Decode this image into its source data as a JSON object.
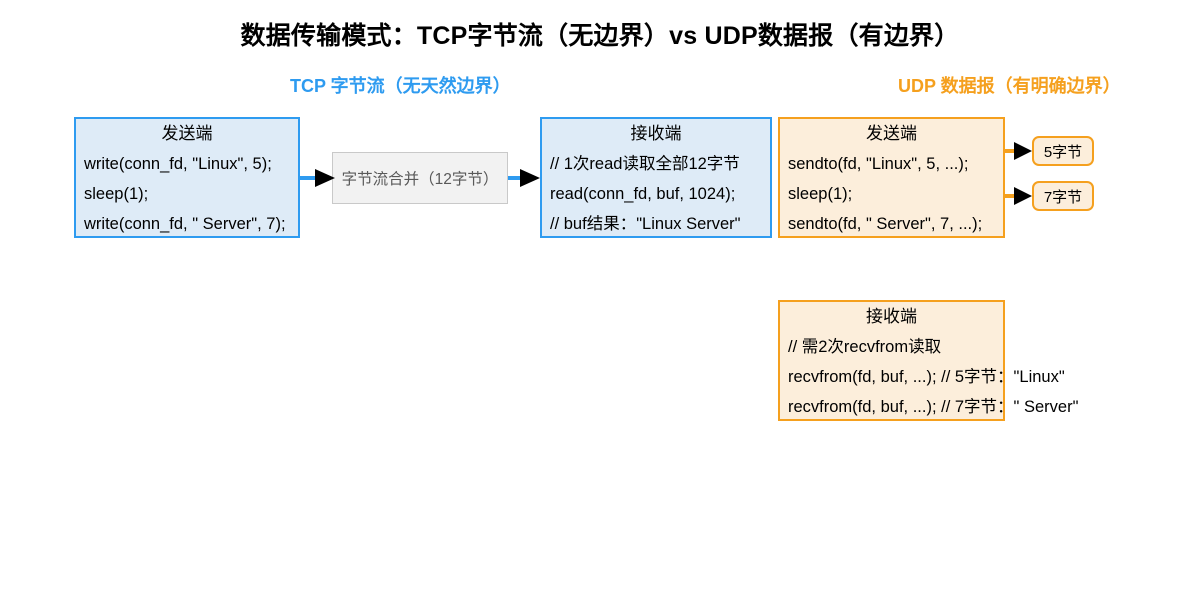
{
  "title": "数据传输模式：TCP字节流（无边界）vs UDP数据报（有边界）",
  "sections": {
    "tcp": {
      "header": "TCP 字节流（无天然边界）",
      "color": "#2E9BF0",
      "fill": "#DEEBF7"
    },
    "udp": {
      "header": "UDP 数据报（有明确边界）",
      "color": "#F5A01E",
      "fill": "#FCEEDB"
    }
  },
  "tcp_sender": {
    "title": "发送端",
    "line1": "write(conn_fd, \"Linux\", 5);",
    "line2": "sleep(1);",
    "line3": "write(conn_fd, \" Server\", 7);"
  },
  "merge_box": {
    "label": "字节流合并（12字节）"
  },
  "tcp_receiver": {
    "title": "接收端",
    "line1": "// 1次read读取全部12字节",
    "line2": "read(conn_fd, buf, 1024);",
    "line3": "// buf结果：\"Linux Server\""
  },
  "udp_sender": {
    "title": "发送端",
    "line1": "sendto(fd, \"Linux\", 5, ...);",
    "line2": "sleep(1);",
    "line3": "sendto(fd, \" Server\", 7, ...);"
  },
  "udp_receiver": {
    "title": "接收端",
    "line1": "// 需2次recvfrom读取",
    "line2": "recvfrom(fd, buf, ...); // 5字节：\"Linux\"",
    "line3": "recvfrom(fd, buf, ...); // 7字节：\" Server\""
  },
  "datagrams": [
    {
      "label": "5字节"
    },
    {
      "label": "7字节"
    }
  ]
}
